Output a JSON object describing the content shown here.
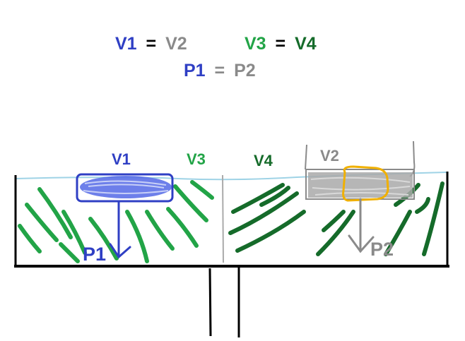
{
  "equations": {
    "line1a": {
      "left": "V1",
      "op": "=",
      "right": "V2"
    },
    "line1b": {
      "left": "V3",
      "op": "=",
      "right": "V4"
    },
    "line2": {
      "left": "P1",
      "op": "=",
      "right": "P2"
    }
  },
  "labels": {
    "v1": "V1",
    "v3": "V3",
    "v4": "V4",
    "v2": "V2",
    "p1": "P1",
    "p2": "P2"
  },
  "colors": {
    "blue": "#2f3fc4",
    "gray": "#8a8a8a",
    "green": "#22a447",
    "darkgreen": "#156b2a",
    "water": "#9fd3e6",
    "yellow": "#f0b000",
    "black": "#000000"
  }
}
